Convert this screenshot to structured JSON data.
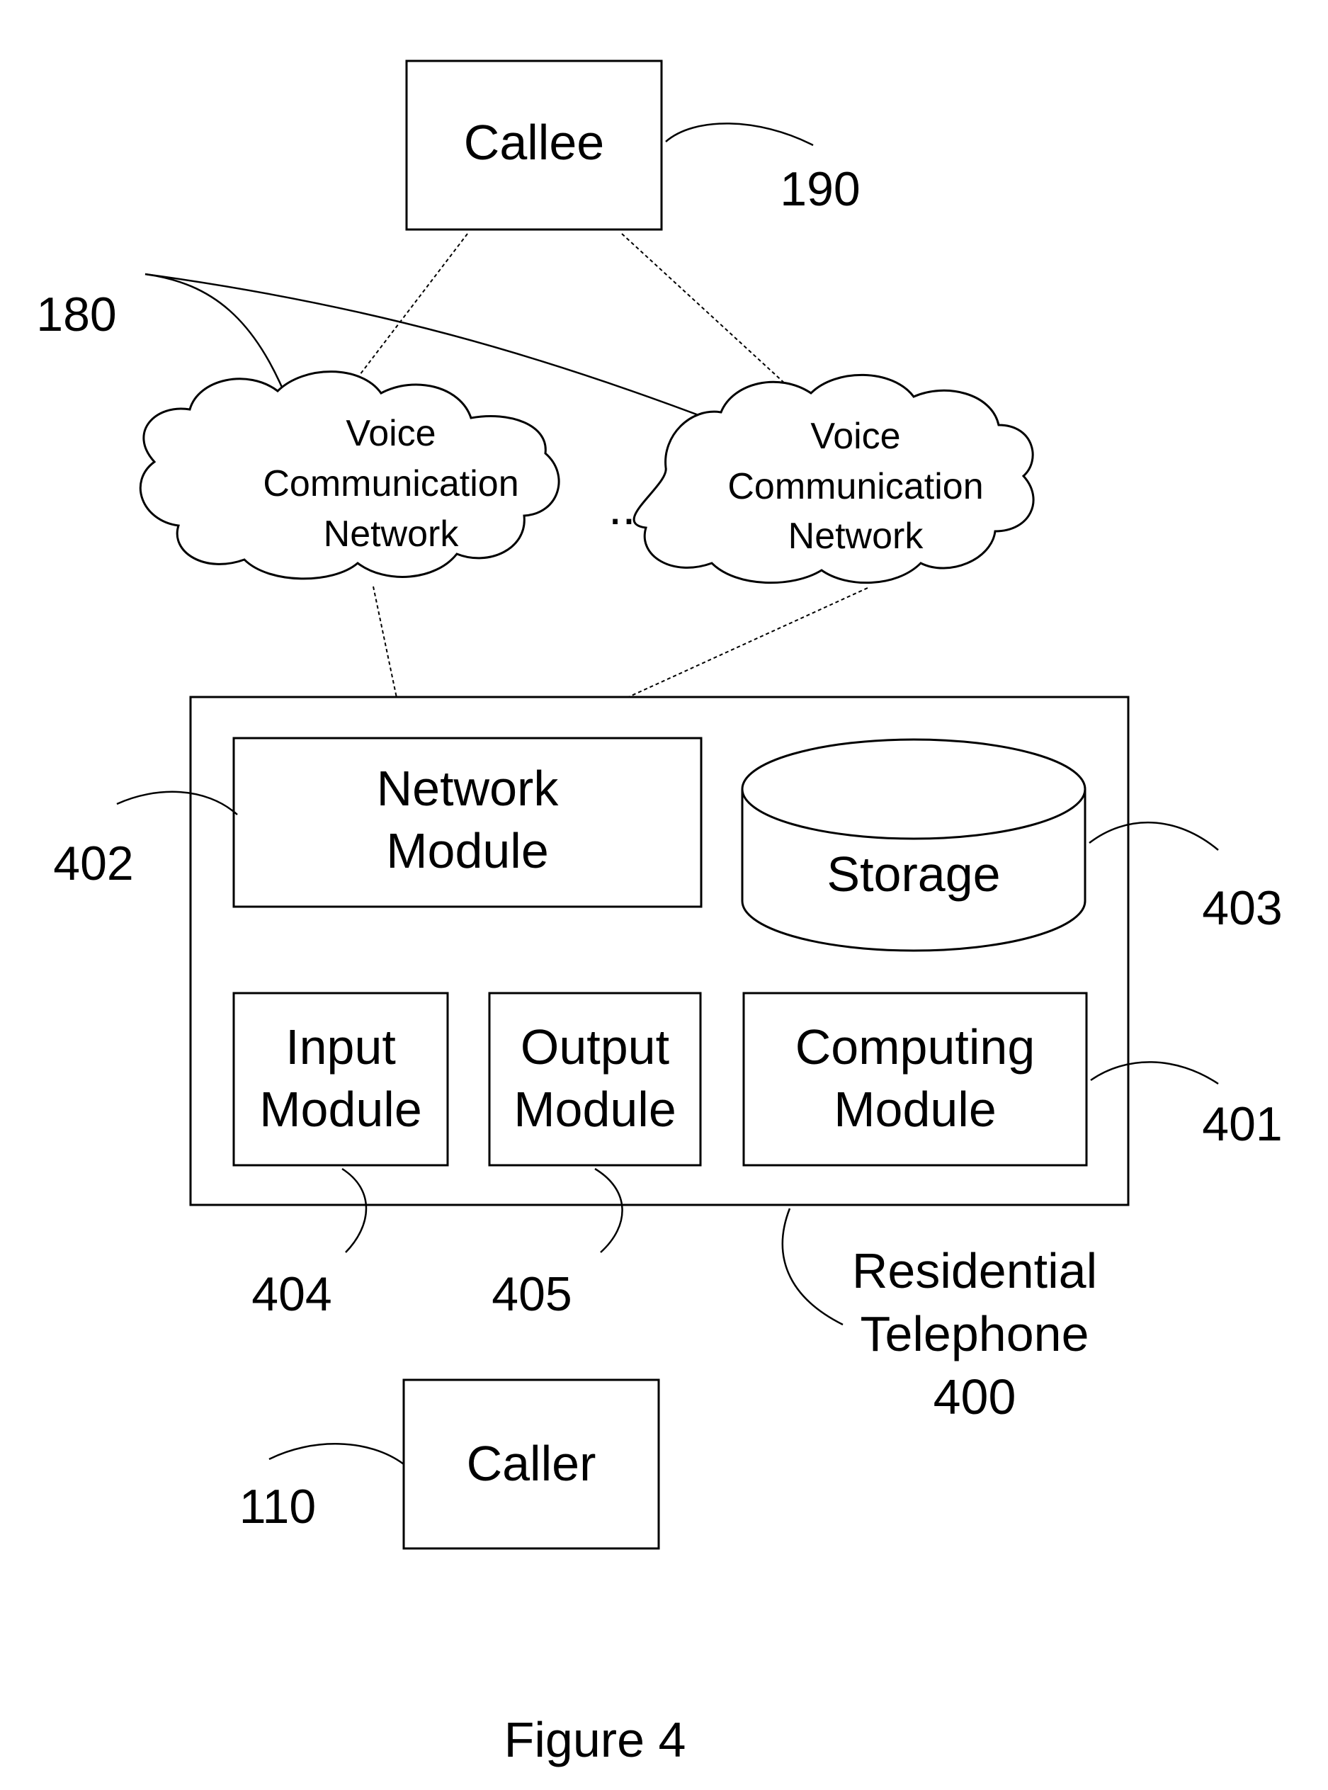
{
  "figure": {
    "caption": "Figure 4"
  },
  "callee": {
    "label": "Callee",
    "ref": "190"
  },
  "networks": {
    "ref": "180",
    "left_cloud": [
      "Voice",
      "Communication",
      "Network"
    ],
    "right_cloud": [
      "Voice",
      "Communication",
      "Network"
    ],
    "ellipsis": "..."
  },
  "telephone": {
    "label_lines": [
      "Residential",
      "Telephone",
      "400"
    ],
    "network_module": {
      "lines": [
        "Network",
        "Module"
      ],
      "ref": "402"
    },
    "storage": {
      "label": "Storage",
      "ref": "403"
    },
    "input_module": {
      "lines": [
        "Input",
        "Module"
      ],
      "ref": "404"
    },
    "output_module": {
      "lines": [
        "Output",
        "Module"
      ],
      "ref": "405"
    },
    "computing_module": {
      "lines": [
        "Computing",
        "Module"
      ],
      "ref": "401"
    }
  },
  "caller": {
    "label": "Caller",
    "ref": "110"
  }
}
